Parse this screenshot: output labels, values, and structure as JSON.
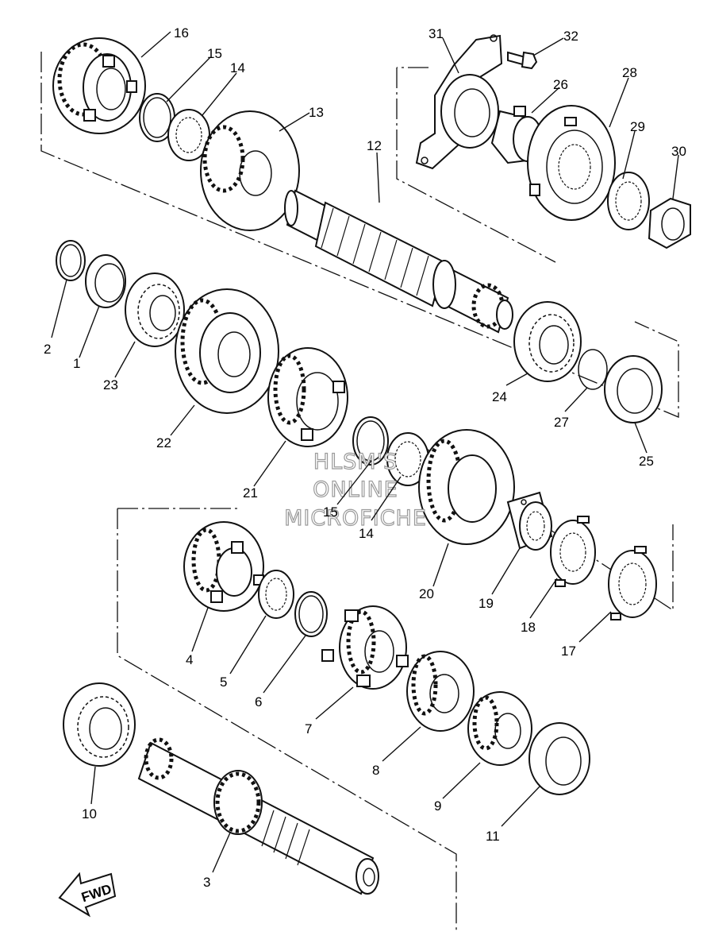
{
  "watermark": {
    "line1": "HLSM'S",
    "line2": "ONLINE",
    "line3": "MICROFICHE"
  },
  "fwd_label": "FWD",
  "callouts": {
    "c1": "1",
    "c2": "2",
    "c3": "3",
    "c4": "4",
    "c5": "5",
    "c6": "6",
    "c7": "7",
    "c8": "8",
    "c9": "9",
    "c10": "10",
    "c11": "11",
    "c12": "12",
    "c13": "13",
    "c14a": "14",
    "c14b": "14",
    "c15a": "15",
    "c15b": "15",
    "c16": "16",
    "c17": "17",
    "c18": "18",
    "c19": "19",
    "c20": "20",
    "c21": "21",
    "c22": "22",
    "c23": "23",
    "c24": "24",
    "c25": "25",
    "c26": "26",
    "c27": "27",
    "c28": "28",
    "c29": "29",
    "c30": "30",
    "c31": "31",
    "c32": "32"
  }
}
